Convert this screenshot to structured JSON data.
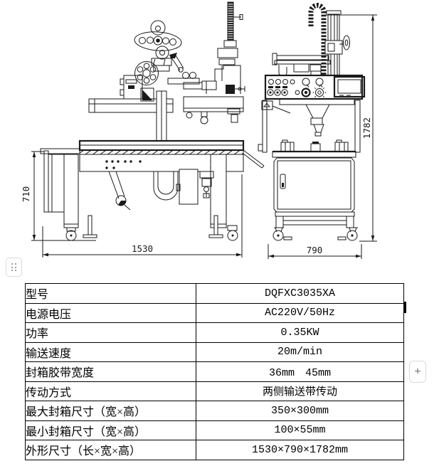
{
  "drawings": {
    "left_view": {
      "height_dim": "710",
      "width_dim": "1530"
    },
    "right_view": {
      "height_dim": "1782",
      "width_dim": "790"
    }
  },
  "controls": {
    "add_button_label": "+"
  },
  "spec_table": {
    "rows": [
      {
        "label": "型号",
        "value": "DQFXC3035XA"
      },
      {
        "label": "电源电压",
        "value": "AC220V/50Hz"
      },
      {
        "label": "功率",
        "value": "0.35KW"
      },
      {
        "label": "输送速度",
        "value": "20m/min"
      },
      {
        "label": "封箱胶带宽度",
        "value": "36mm　45mm"
      },
      {
        "label": "传动方式",
        "value": "两侧输送带传动"
      },
      {
        "label": "最大封箱尺寸（宽×高）",
        "value": "350×300mm"
      },
      {
        "label": "最小封箱尺寸（宽×高）",
        "value": "100×55mm"
      },
      {
        "label": "外形尺寸（长×宽×高）",
        "value": "1530×790×1782mm"
      }
    ]
  }
}
